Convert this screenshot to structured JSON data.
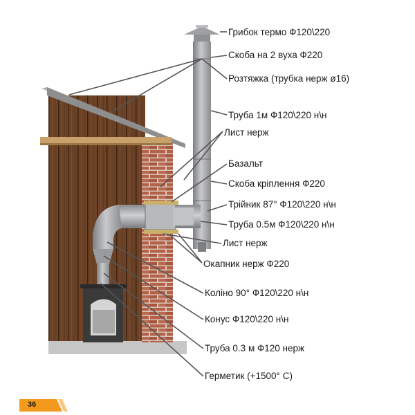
{
  "labels": {
    "gribok": "Грибок термо Ф120\\220",
    "skoba2": "Скоба на 2 вуха Ф220",
    "roztyazhka": "Розтяжка (трубка нерж ø16)",
    "truba1m": "Труба  1м Ф120\\220 н\\н",
    "list_top": "Лист нерж",
    "bazalt": "Базальт",
    "skoba_kr": "Скоба кріплення Ф220",
    "triynyk": "Трійник 87° Ф120\\220 н\\н",
    "truba05": "Труба  0.5м Ф120\\220 н\\н",
    "list_bot": "Лист нерж",
    "okapnyk": "Окапник нерж   Ф220",
    "kolino": "Коліно 90° Ф120\\220 н\\н",
    "konus": "Конус Ф120\\220 н\\н",
    "truba03": "Труба 0.3 м Ф120 нерж",
    "germetyk": "Герметик (+1500° С)"
  },
  "page_number": "36",
  "colors": {
    "accent": "#f39a1e",
    "wood": "#6b4226",
    "brick": "#b5614a",
    "pipe": "#a9aaad",
    "stove": "#3a3a3a"
  }
}
